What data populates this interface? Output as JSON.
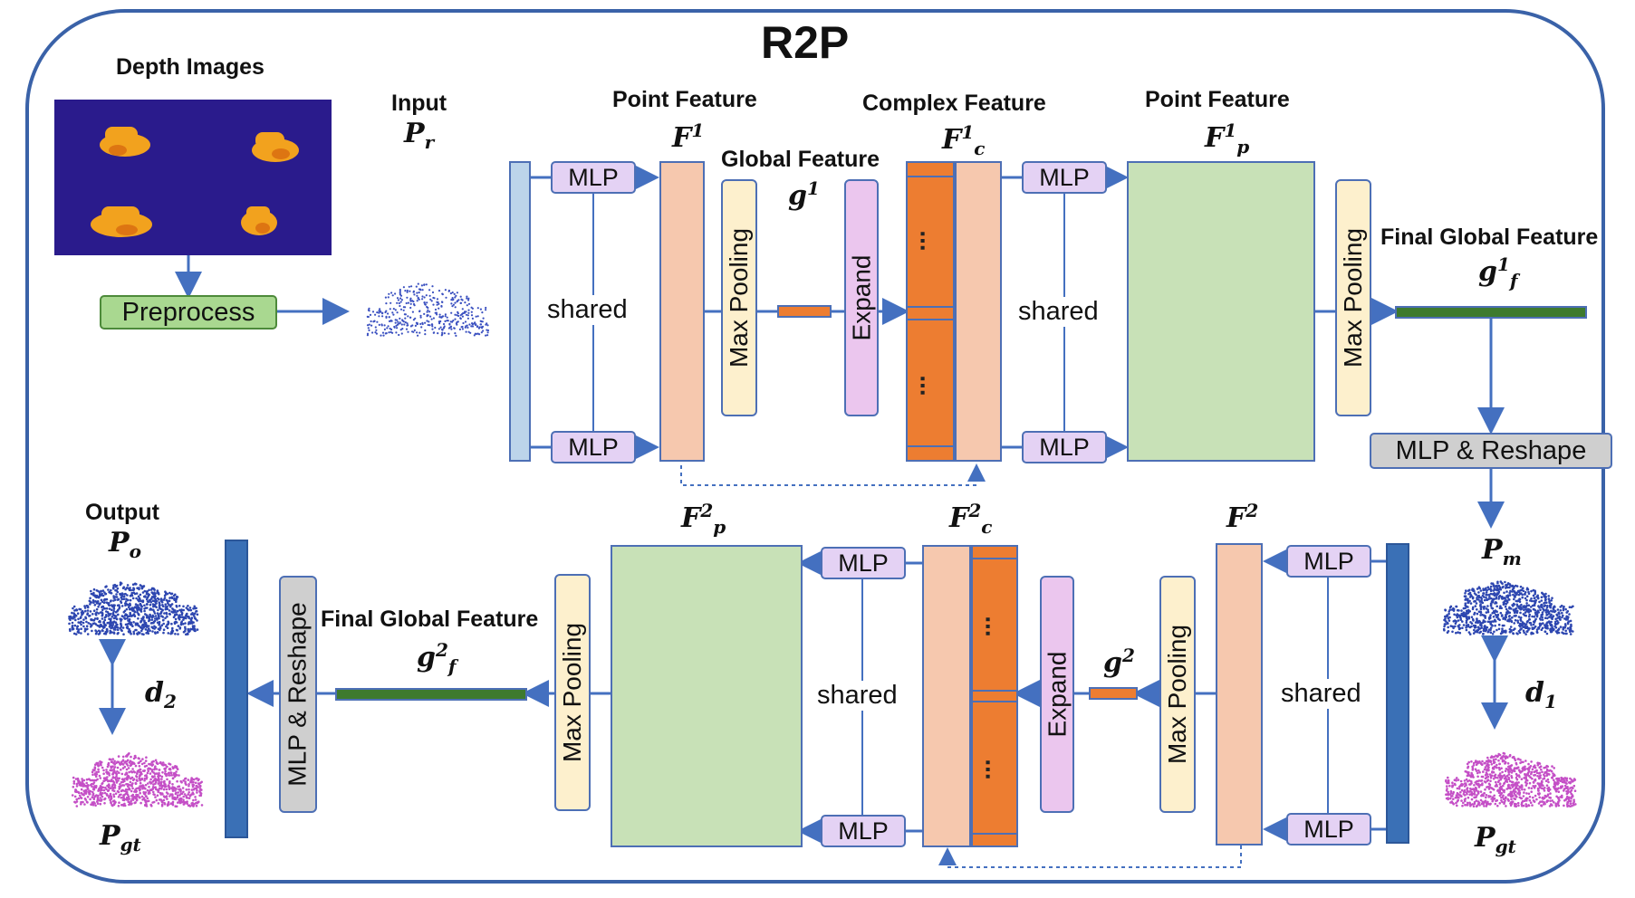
{
  "title": "R2P",
  "top": {
    "depth_images_label": "Depth Images",
    "preprocess_label": "Preprocess",
    "input_label": "Input",
    "input_symbol": "P",
    "input_sub": "r",
    "point_feature_label": "Point Feature",
    "f1_symbol": "F",
    "f1_sup": "1",
    "global_feature_label": "Global Feature",
    "g1_symbol": "g",
    "g1_sup": "1",
    "complex_feature_label": "Complex Feature",
    "fc1_symbol": "F",
    "fc1_sup": "1",
    "fc1_sub": "c",
    "point_feature_label_2": "Point Feature",
    "fp1_symbol": "F",
    "fp1_sup": "1",
    "fp1_sub": "p",
    "final_global_feature_label": "Final Global Feature",
    "gf1_symbol": "g",
    "gf1_sup": "1",
    "gf1_sub": "f",
    "mlp_label": "MLP",
    "shared_label": "shared",
    "max_pooling_label": "Max Pooling",
    "expand_label": "Expand",
    "dots": "...",
    "mlp_reshape_label": "MLP & Reshape"
  },
  "bottom": {
    "output_label": "Output",
    "output_symbol": "P",
    "output_sub": "o",
    "pgt_symbol": "P",
    "pgt_sub": "gt",
    "d2_symbol": "d",
    "d2_sub": "2",
    "mlp_reshape_label": "MLP & Reshape",
    "final_global_feature_label": "Final Global Feature",
    "gf2_symbol": "g",
    "gf2_sup": "2",
    "gf2_sub": "f",
    "max_pooling_label": "Max Pooling",
    "fp2_symbol": "F",
    "fp2_sup": "2",
    "fp2_sub": "p",
    "mlp_label": "MLP",
    "shared_label": "shared",
    "fc2_symbol": "F",
    "fc2_sup": "2",
    "fc2_sub": "c",
    "dots": "...",
    "expand_label": "Expand",
    "g2_symbol": "g",
    "g2_sup": "2",
    "f2_symbol": "F",
    "f2_sup": "2",
    "pm_symbol": "P",
    "pm_sub": "m",
    "d1_symbol": "d",
    "d1_sub": "1",
    "pgt2_symbol": "P",
    "pgt2_sub": "gt"
  },
  "colors": {
    "border": "#3a62a8",
    "arrow": "#4470c0",
    "input_bar": "#bcd4ea",
    "point_feature": "#f6c8ae",
    "complex_orange": "#ed7d31",
    "pool_fill": "#fdf0cd",
    "expand_fill": "#ebc6ee",
    "green_block": "#c8e1b7",
    "global_vector": "#ed7d31",
    "final_vector": "#3e7a2e",
    "output_bar": "#3a70b6",
    "reshape_fill": "#cfcfcf",
    "depth_bg": "#2a1b8c",
    "cloud_blue": "#2d46b0",
    "cloud_magenta": "#c44fc6"
  }
}
